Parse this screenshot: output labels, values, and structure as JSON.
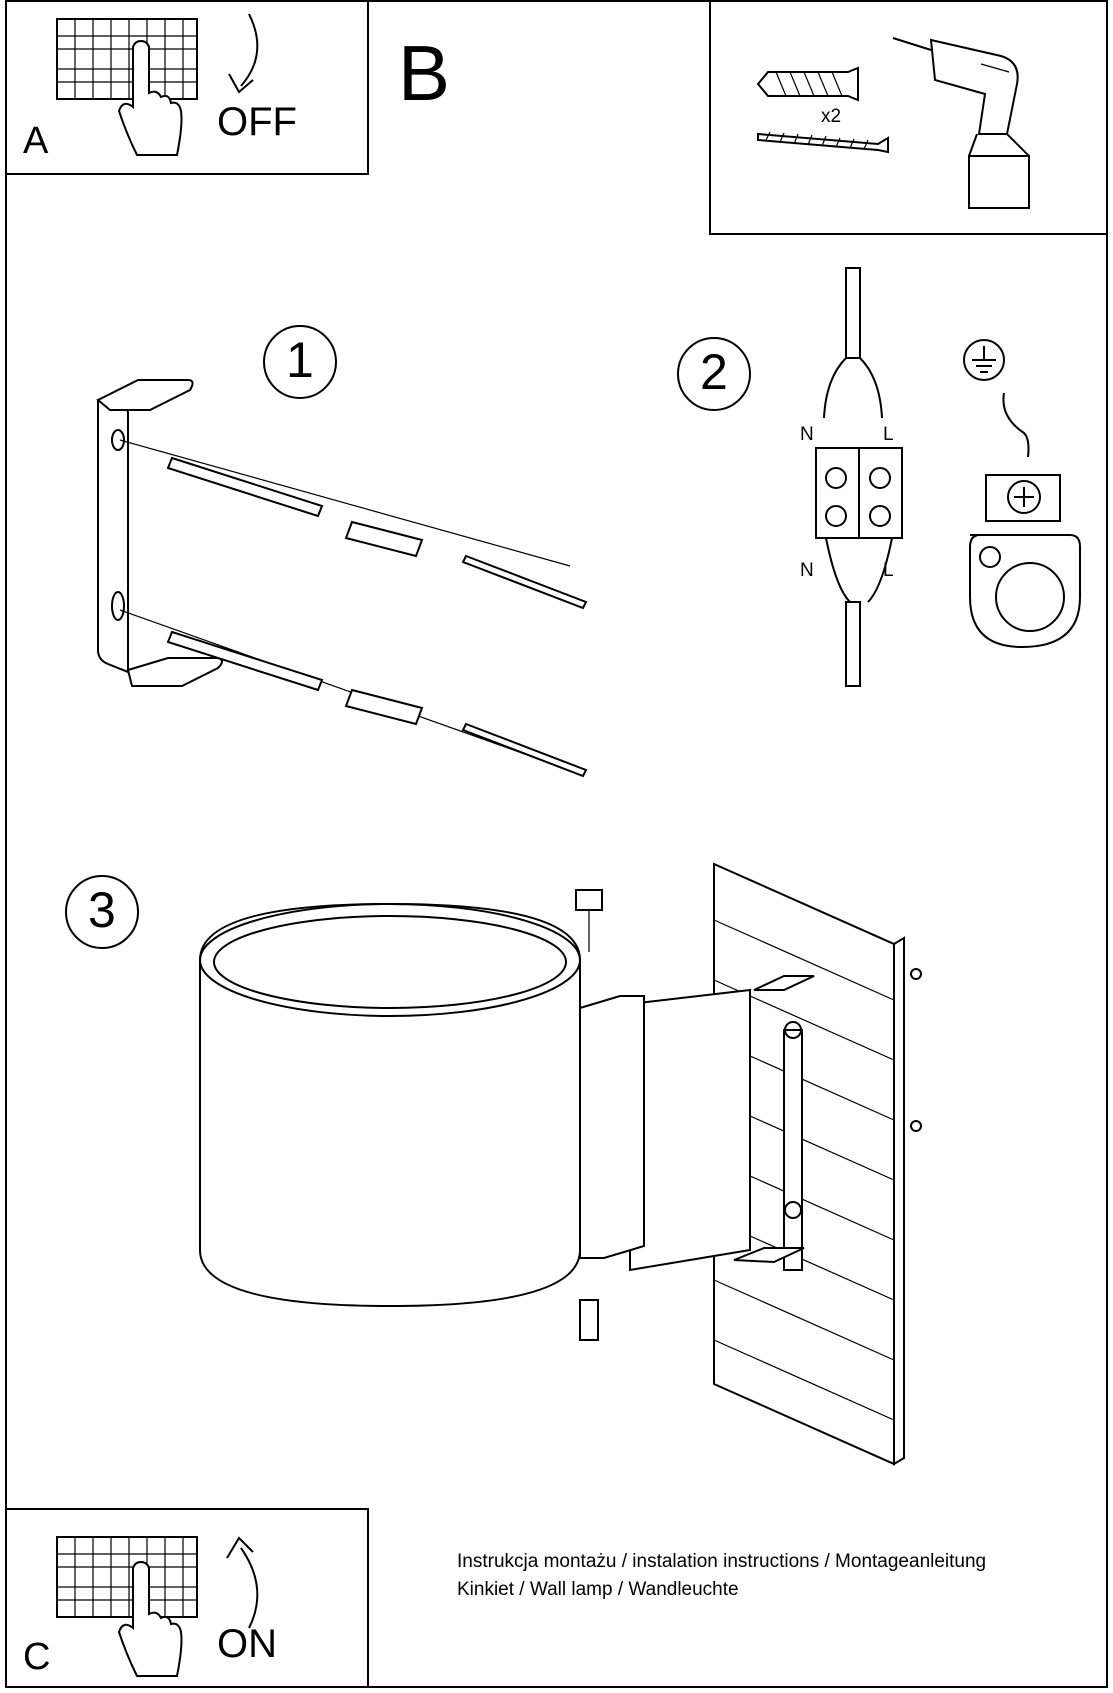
{
  "panels": {
    "a": {
      "letter": "A",
      "action": "OFF"
    },
    "b": {
      "letter": "B",
      "quantity": "x2"
    },
    "c": {
      "letter": "C",
      "action": "ON"
    }
  },
  "steps": [
    {
      "number": "1"
    },
    {
      "number": "2",
      "labels": {
        "neutral_top": "N",
        "live_top": "L",
        "neutral_bottom": "N",
        "live_bottom": "L"
      }
    },
    {
      "number": "3"
    }
  ],
  "caption": {
    "line1": "Instrukcja montażu / instalation instructions / Montageanleitung",
    "line2": "Kinkiet / Wall lamp / Wandleuchte"
  },
  "icons": [
    "circuit-breaker-icon",
    "hand-icon",
    "curved-arrow-icon",
    "wall-plug-icon",
    "screw-icon",
    "drill-icon",
    "ground-symbol-icon",
    "terminal-block-icon"
  ]
}
